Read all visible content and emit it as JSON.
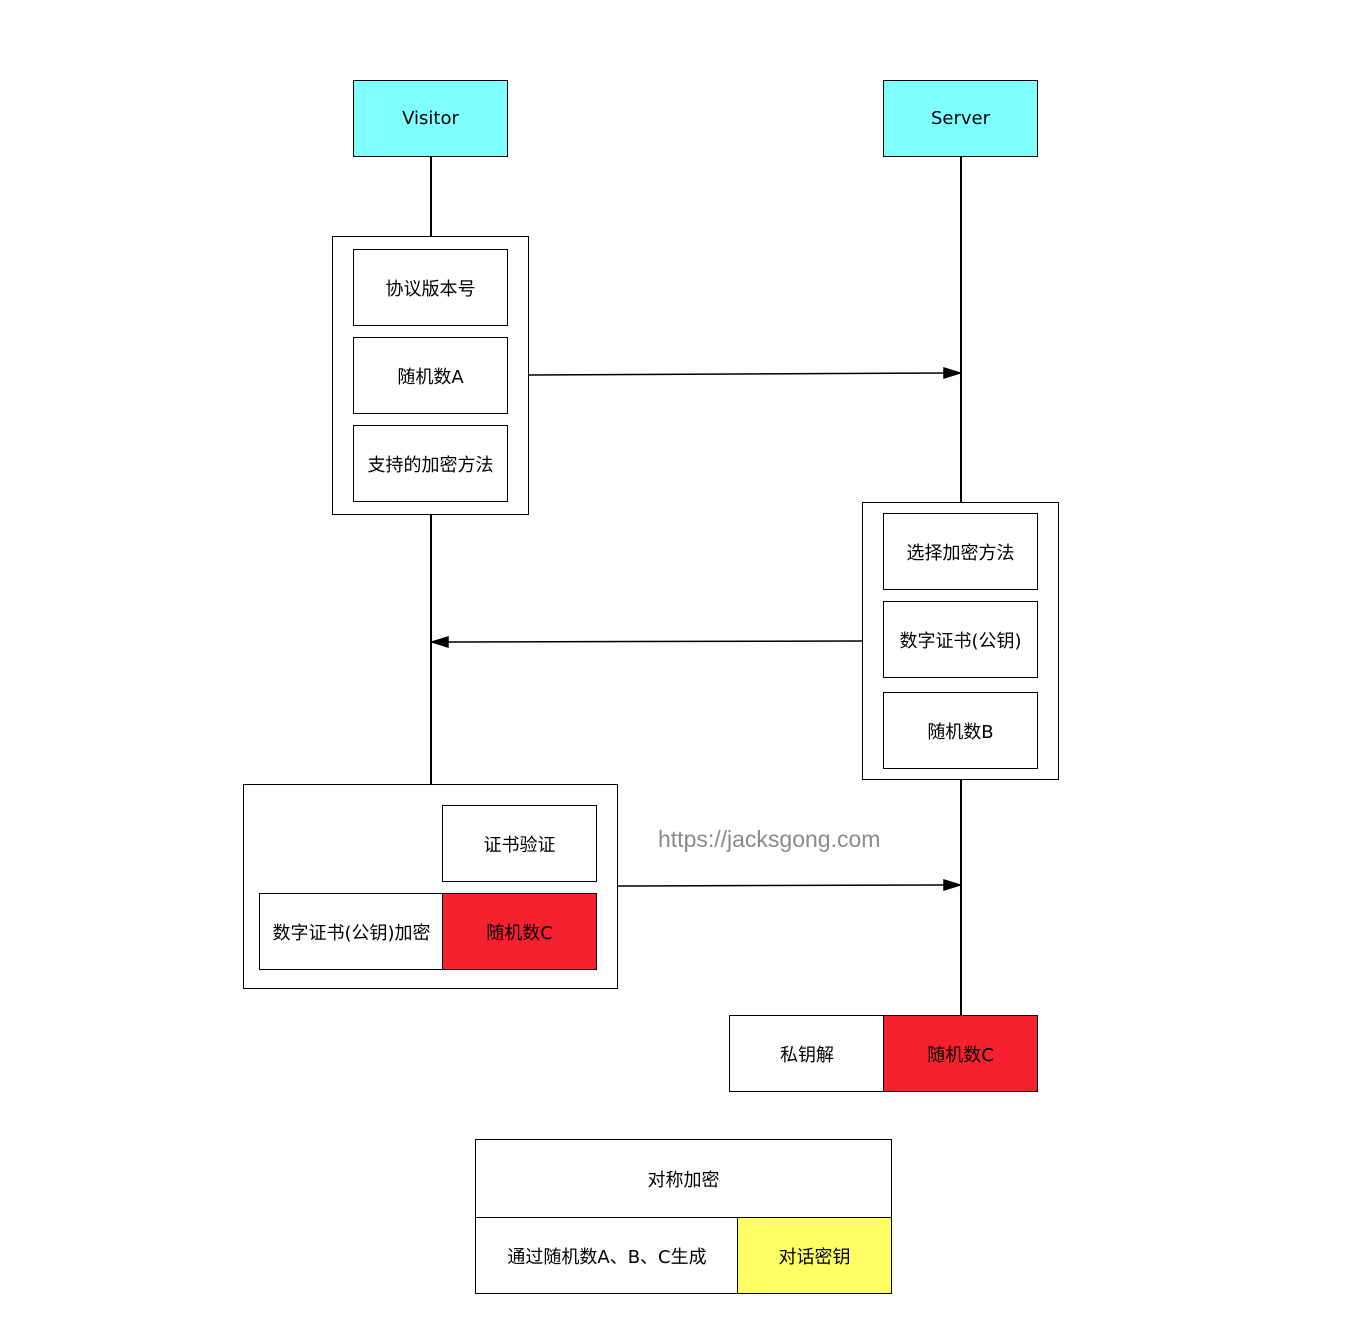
{
  "actors": {
    "visitor": "Visitor",
    "server": "Server"
  },
  "client_hello": {
    "protocol_version": "协议版本号",
    "random_a": "随机数A",
    "cipher_methods": "支持的加密方法"
  },
  "server_hello": {
    "choose_cipher": "选择加密方法",
    "certificate": "数字证书(公钥)",
    "random_b": "随机数B"
  },
  "client_verify": {
    "cert_verify": "证书验证",
    "encrypt_with_cert": "数字证书(公钥)加密",
    "random_c": "随机数C"
  },
  "server_decrypt": {
    "private_key_decrypt": "私钥解",
    "random_c": "随机数C"
  },
  "symmetric": {
    "title": "对称加密",
    "generate": "通过随机数A、B、C生成",
    "session_key": "对话密钥"
  },
  "watermark": "https://jacksgong.com",
  "colors": {
    "actor": "#80ffff",
    "highlight_red": "#f5212e",
    "highlight_yellow": "#ffff66"
  }
}
